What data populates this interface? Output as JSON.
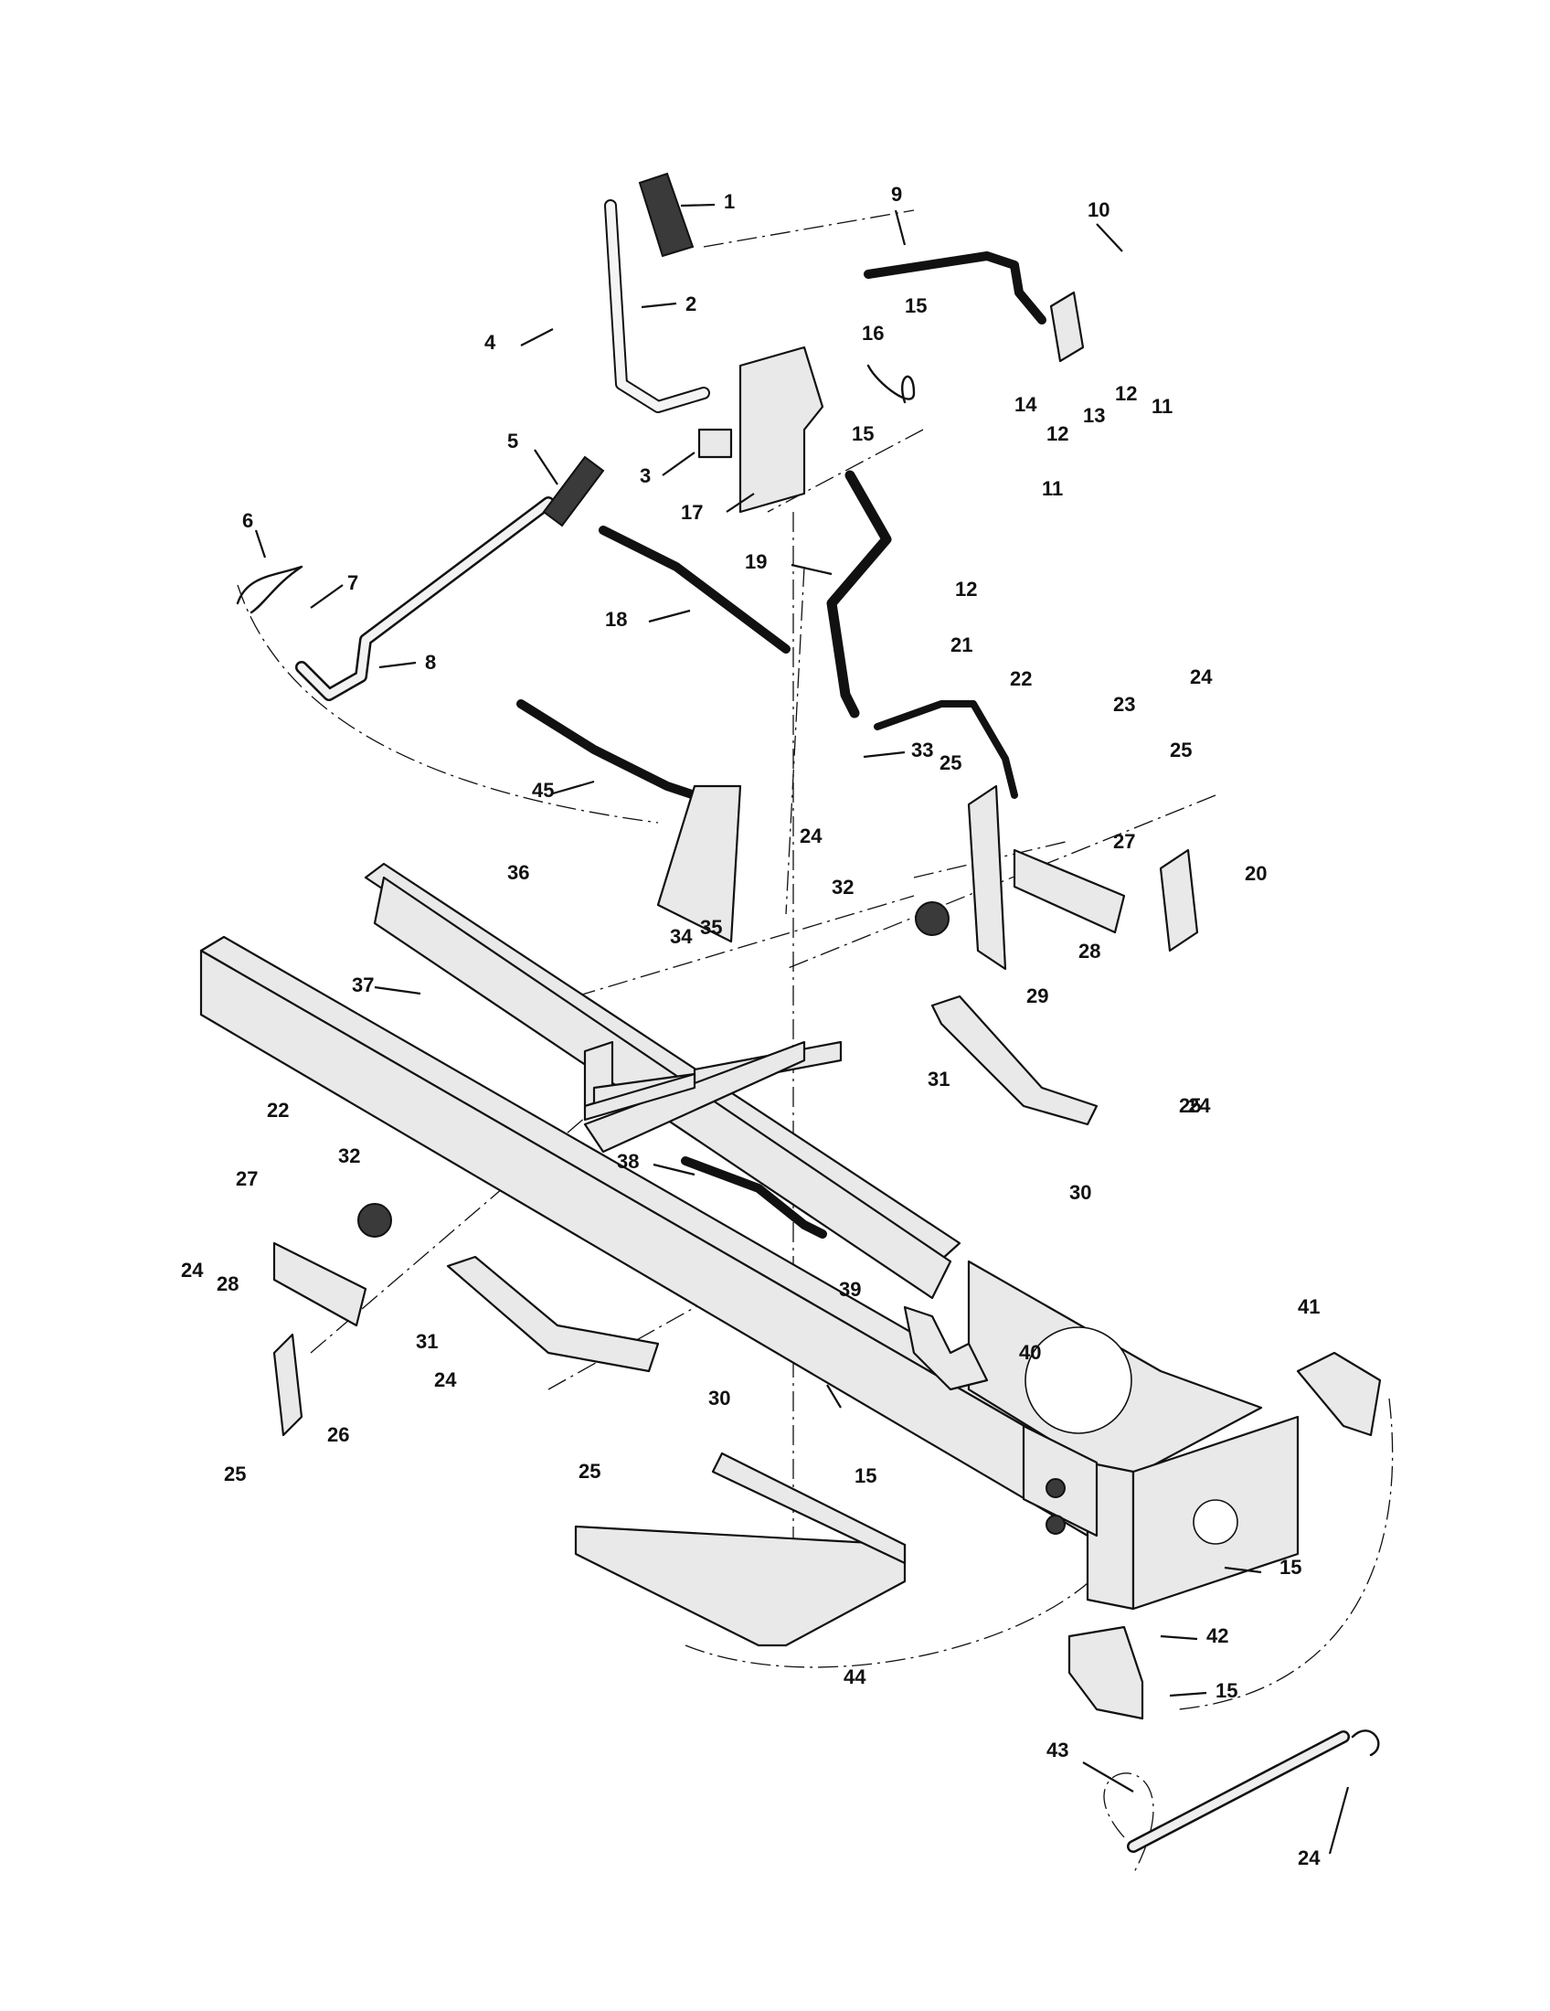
{
  "callouts": [
    "1",
    "2",
    "3",
    "4",
    "5",
    "6",
    "7",
    "8",
    "9",
    "10",
    "11",
    "11",
    "12",
    "12",
    "12",
    "13",
    "14",
    "15",
    "15",
    "16",
    "17",
    "18",
    "19",
    "20",
    "21",
    "22",
    "23",
    "24",
    "24",
    "25",
    "25",
    "27",
    "28",
    "29",
    "31",
    "32",
    "33",
    "34",
    "35",
    "36",
    "37",
    "38",
    "39",
    "40",
    "22",
    "32",
    "27",
    "24",
    "28",
    "31",
    "24",
    "30",
    "30",
    "26",
    "25",
    "25",
    "24",
    "25",
    "15",
    "41",
    "15",
    "42",
    "15",
    "44",
    "43",
    "24",
    "45"
  ]
}
